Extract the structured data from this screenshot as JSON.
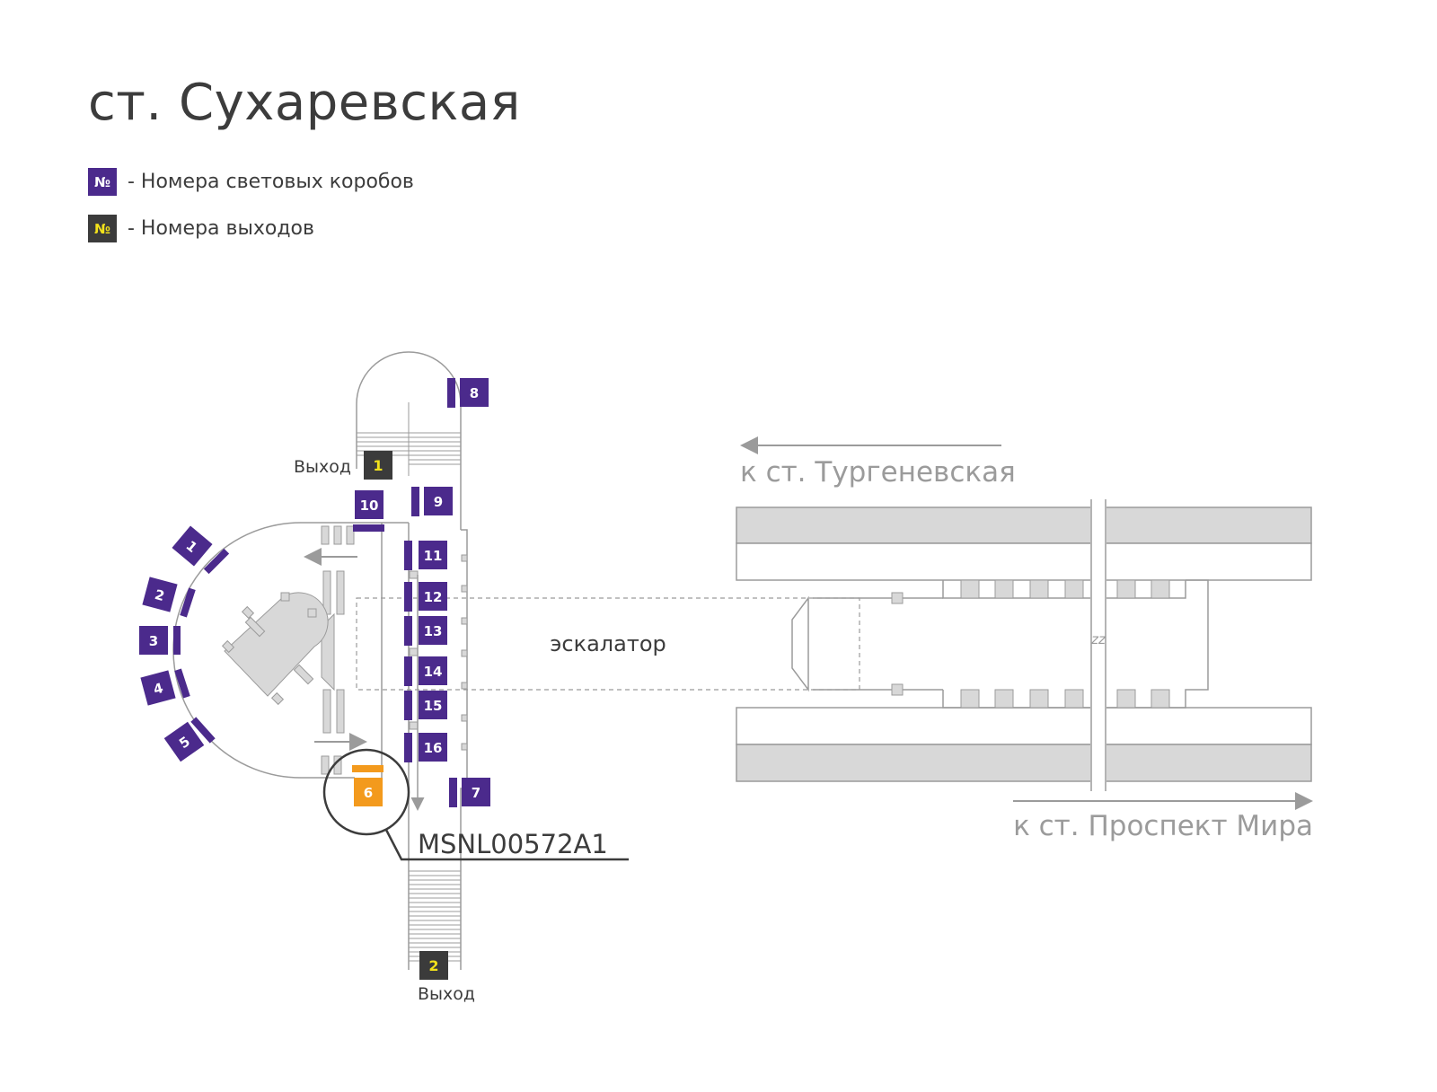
{
  "title": "ст. Сухаревская",
  "legend": {
    "lightbox_symbol": "№",
    "lightbox_text": "- Номера световых коробов",
    "exit_symbol": "№",
    "exit_text": "- Номера выходов"
  },
  "colors": {
    "lightbox": "#4b2a8c",
    "exit": "#3b3b3b",
    "exit_number": "#f2e21b",
    "highlight": "#f39a1d",
    "structure": "#9b9b9b",
    "fill": "#d8d8d8",
    "text": "#3c3c3c"
  },
  "map": {
    "exit_1_label": "Выход",
    "exit_1_number": "1",
    "exit_2_label": "Выход",
    "exit_2_number": "2",
    "escalator_label": "эскалатор",
    "direction_left": "к ст. Тургеневская",
    "direction_right": "к ст. Проспект Мира",
    "break_mark": "zz",
    "highlighted_box_id": "MSNL00572A1",
    "highlighted_box_number": "6",
    "lightboxes": [
      "1",
      "2",
      "3",
      "4",
      "5",
      "7",
      "8",
      "9",
      "10",
      "11",
      "12",
      "13",
      "14",
      "15",
      "16"
    ]
  }
}
